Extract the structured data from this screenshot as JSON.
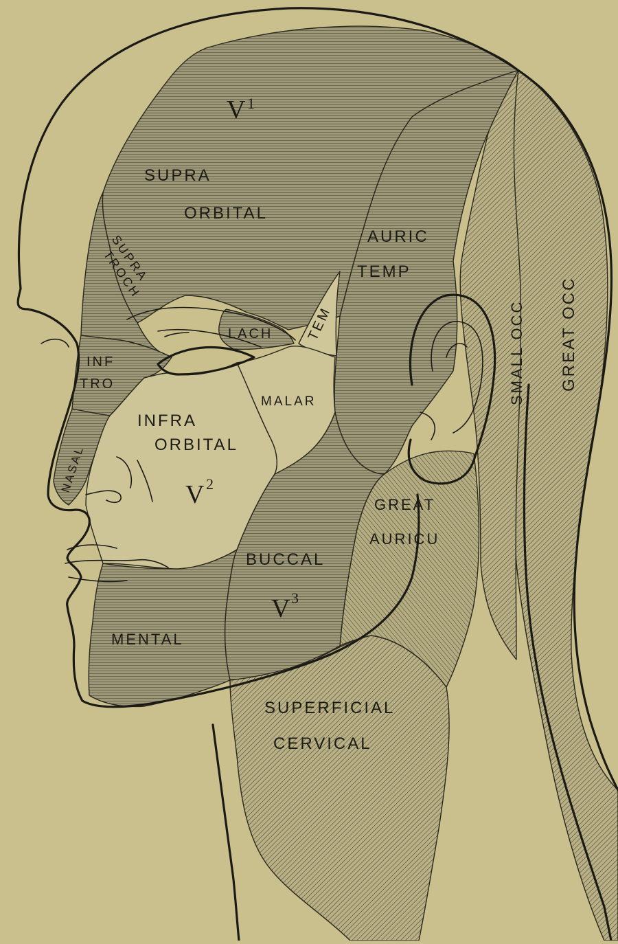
{
  "colors": {
    "paper": "#c9c08e",
    "ink": "#1c1a14",
    "shade": "#8e8a6c"
  },
  "labels": {
    "v1": "V",
    "v1_sup": "1",
    "supra": "SUPRA",
    "orbital": "ORBITAL",
    "supra_troch_1": "SUPRA",
    "supra_troch_2": "TROCH",
    "auric": "AURIC",
    "temp": "TEMP",
    "lach": "LACH",
    "tem": "TEM",
    "inf": "INF",
    "tro": "TRO",
    "malar": "MALAR",
    "infra": "INFRA",
    "infra_orbital": "ORBITAL",
    "v2": "V",
    "v2_sup": "2",
    "nasal": "NASAL",
    "small_occ": "SMALL OCC",
    "great_occ": "GREAT OCC",
    "great": "GREAT",
    "auricu": "AURICU",
    "buccal": "BUCCAL",
    "v3": "V",
    "v3_sup": "3",
    "mental": "MENTAL",
    "superficial": "SUPERFICIAL",
    "cervical": "CERVICAL"
  }
}
